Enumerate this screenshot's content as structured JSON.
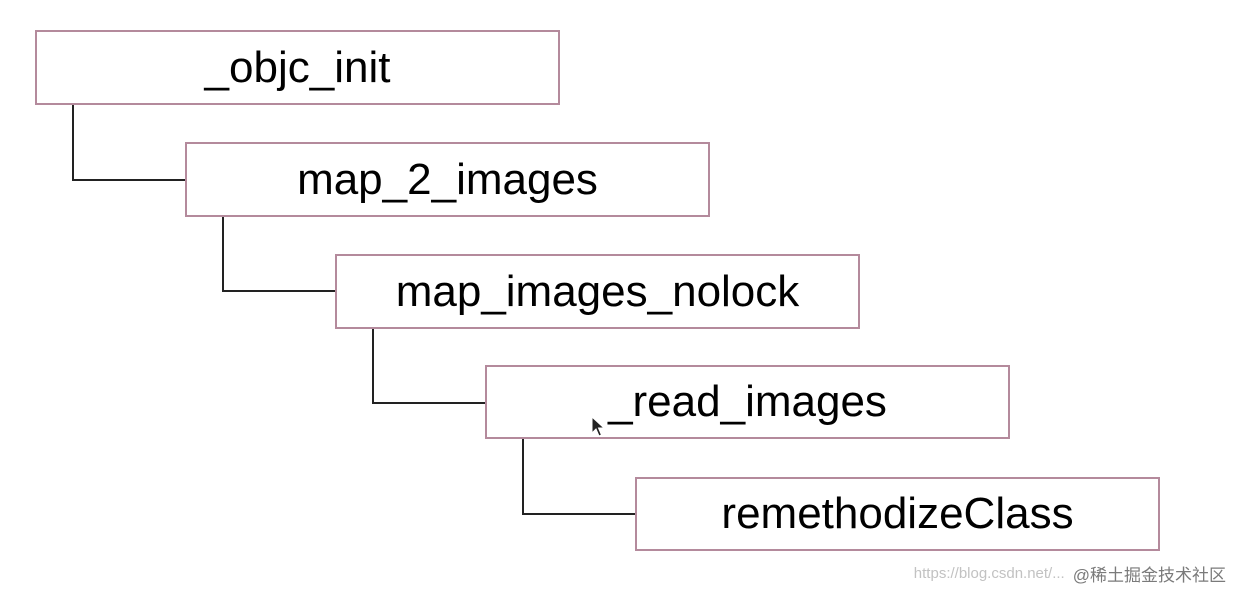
{
  "diagram": {
    "nodes": [
      {
        "id": "objc-init",
        "label": "_objc_init"
      },
      {
        "id": "map-2-images",
        "label": "map_2_images"
      },
      {
        "id": "map-images-nolock",
        "label": "map_images_nolock"
      },
      {
        "id": "read-images",
        "label": "_read_images"
      },
      {
        "id": "remethodize-class",
        "label": "remethodizeClass"
      }
    ],
    "edges": [
      {
        "from": "objc-init",
        "to": "map-2-images"
      },
      {
        "from": "map-2-images",
        "to": "map-images-nolock"
      },
      {
        "from": "map-images-nolock",
        "to": "read-images"
      },
      {
        "from": "read-images",
        "to": "remethodize-class"
      }
    ],
    "colors": {
      "box_border": "#b48a9c",
      "connector": "#222222"
    }
  },
  "watermark": {
    "url_text": "https://blog.csdn.net/...",
    "brand_text": "@稀土掘金技术社区"
  }
}
